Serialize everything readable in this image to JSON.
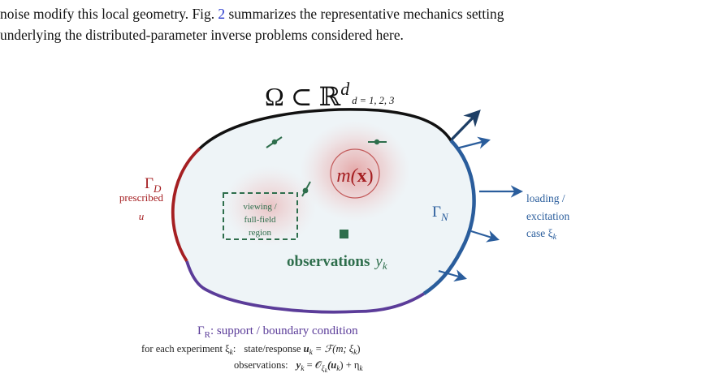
{
  "intro": {
    "line1_before": "noise modify this local geometry. Fig. ",
    "line1_ref": "2",
    "line1_after": " summarizes the representative mechanics setting",
    "line2": "underlying the distributed-parameter inverse problems considered here."
  },
  "figure": {
    "domain": {
      "omega_symbol": "Ω ⊂ ℝ",
      "omega_exponent": "d",
      "omega_dims": "d = 1, 2, 3"
    },
    "parameter": {
      "m_label": "m(",
      "x_label": "x",
      "close_paren": ")"
    },
    "dirichlet": {
      "gamma": "Γ",
      "gamma_sub": "D",
      "line1": "prescribed",
      "line2": "u"
    },
    "neumann": {
      "gamma": "Γ",
      "gamma_sub": "N",
      "loading_line1": "loading /",
      "loading_line2": "excitation",
      "loading_line3": "case ξ",
      "loading_sub": "k"
    },
    "viewing": {
      "line1": "viewing /",
      "line2": "full-field",
      "line3": "region"
    },
    "observations": {
      "label": "observations",
      "symbol": "y",
      "sub": "k"
    },
    "support": {
      "gamma": "Γ",
      "gamma_sub": "R",
      "text": ": support / boundary condition"
    },
    "equations": {
      "eq1_prefix": "for each experiment ξ",
      "eq1_prefix_sub": "k",
      "eq1_colon": ":",
      "eq1_desc": "state/response ",
      "eq1_u": "u",
      "eq1_u_sub": "k",
      "eq1_rhs": " = ℱ(m; ξ",
      "eq1_rhs_sub": "k",
      "eq1_close": ")",
      "eq2_prefix": "observations:",
      "eq2_y": "y",
      "eq2_y_sub": "k",
      "eq2_eq": " = 𝒪",
      "eq2_O_sub": "ξ",
      "eq2_O_subsub": "k",
      "eq2_arg": "(u",
      "eq2_arg_sub": "k",
      "eq2_arg_close": ") + η",
      "eq2_eta_sub": "k"
    }
  },
  "colors": {
    "dirichlet_red": "#a51f22",
    "neumann_blue": "#2a5d9c",
    "support_purple": "#5b3c99",
    "sensor_green": "#2e6e4c",
    "top_black": "#111111",
    "fill": "#eef4f7",
    "blob": "#e8a4a4"
  }
}
